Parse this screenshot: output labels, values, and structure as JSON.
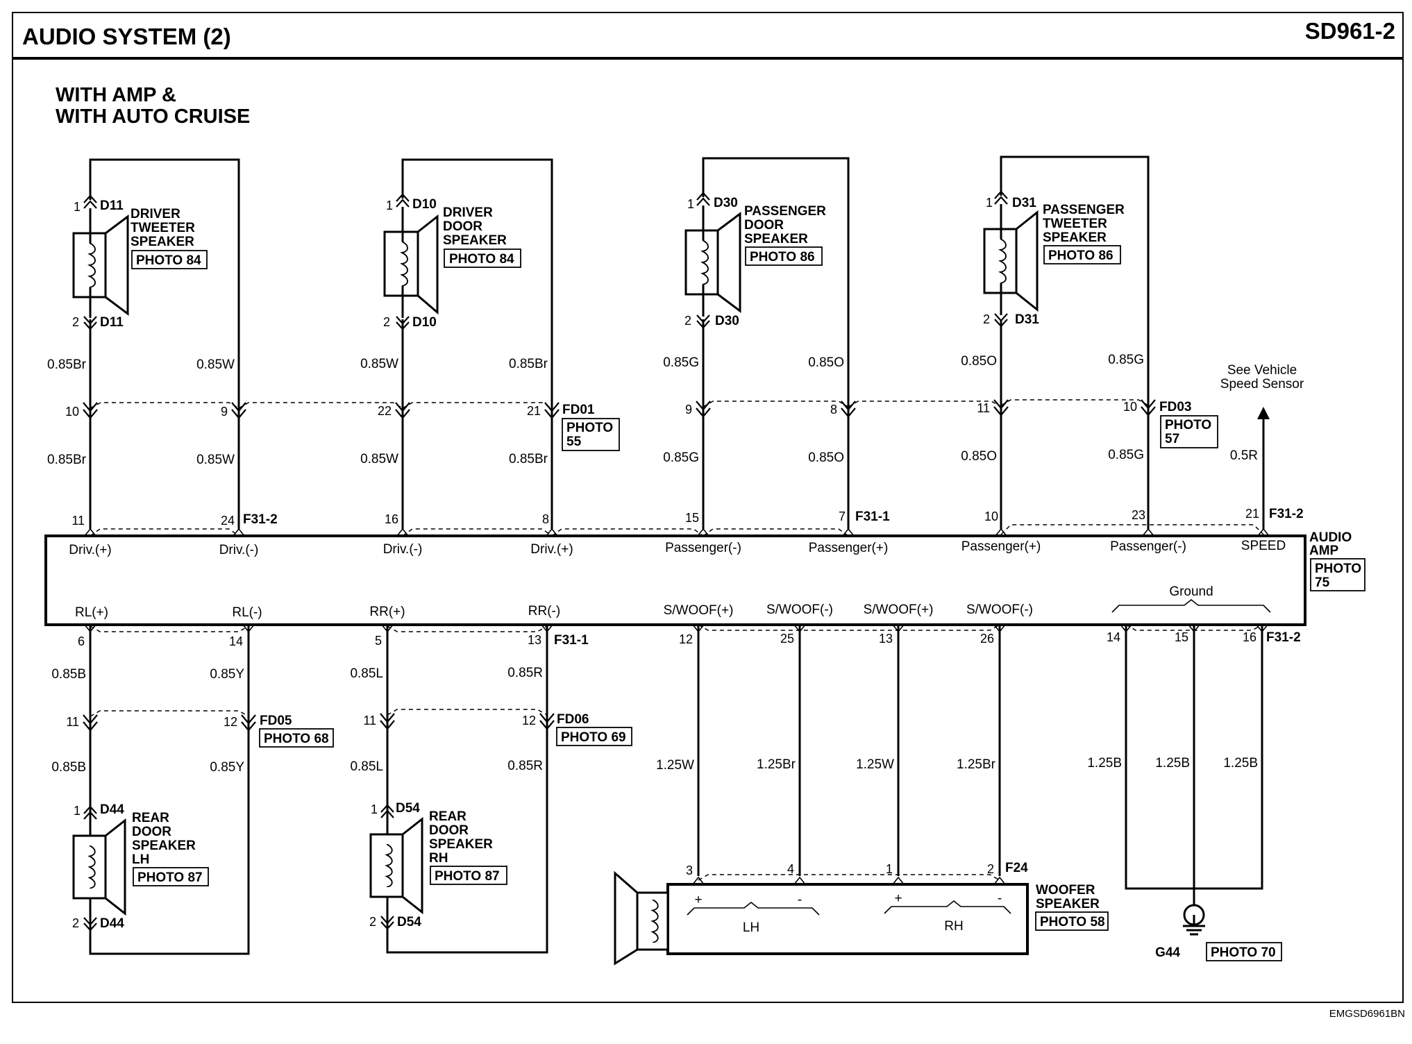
{
  "header": {
    "title": "AUDIO SYSTEM (2)",
    "code": "SD961-2"
  },
  "subtitle": {
    "line1": "WITH AMP &",
    "line2": "WITH AUTO CRUISE"
  },
  "footer_code": "EMGSD6961BN",
  "speakers": {
    "driver_tweeter": {
      "name_lines": [
        "DRIVER",
        "TWEETER",
        "SPEAKER"
      ],
      "photo": "PHOTO 84",
      "conn_top": "D11",
      "conn_bottom": "D11",
      "pin_top": "1",
      "pin_bottom": "2"
    },
    "driver_door": {
      "name_lines": [
        "DRIVER",
        "DOOR",
        "SPEAKER"
      ],
      "photo": "PHOTO 84",
      "conn_top": "D10",
      "conn_bottom": "D10",
      "pin_top": "1",
      "pin_bottom": "2"
    },
    "passenger_door": {
      "name_lines": [
        "PASSENGER",
        "DOOR",
        "SPEAKER"
      ],
      "photo": "PHOTO 86",
      "conn_top": "D30",
      "conn_bottom": "D30",
      "pin_top": "1",
      "pin_bottom": "2"
    },
    "passenger_tweeter": {
      "name_lines": [
        "PASSENGER",
        "TWEETER",
        "SPEAKER"
      ],
      "photo": "PHOTO 86",
      "conn_top": "D31",
      "conn_bottom": "D31",
      "pin_top": "1",
      "pin_bottom": "2"
    },
    "rear_lh": {
      "name_lines": [
        "REAR",
        "DOOR",
        "SPEAKER",
        "LH"
      ],
      "photo": "PHOTO 87",
      "conn_top": "D44",
      "conn_bottom": "D44",
      "pin_top": "1",
      "pin_bottom": "2"
    },
    "rear_rh": {
      "name_lines": [
        "REAR",
        "DOOR",
        "SPEAKER",
        "RH"
      ],
      "photo": "PHOTO 87",
      "conn_top": "D54",
      "conn_bottom": "D54",
      "pin_top": "1",
      "pin_bottom": "2"
    },
    "woofer": {
      "name_lines": [
        "WOOFER",
        "SPEAKER"
      ],
      "photo": "PHOTO 58",
      "conn": "F24",
      "pins": [
        "3",
        "4",
        "1",
        "2"
      ],
      "plus": "+",
      "minus": "-",
      "lh": "LH",
      "rh": "RH"
    }
  },
  "upper_wires": [
    {
      "upper": "0.85Br",
      "lower": "0.85Br",
      "mid_pin": "10",
      "amp_pin": "11",
      "amp_term": "Driv.(+)"
    },
    {
      "upper": "0.85W",
      "lower": "0.85W",
      "mid_pin": "9",
      "amp_pin": "24",
      "amp_term": "Driv.(-)"
    },
    {
      "upper": "0.85W",
      "lower": "0.85W",
      "mid_pin": "22",
      "amp_pin": "16",
      "amp_term": "Driv.(-)"
    },
    {
      "upper": "0.85Br",
      "lower": "0.85Br",
      "mid_pin": "21",
      "amp_pin": "8",
      "amp_term": "Driv.(+)"
    },
    {
      "upper": "0.85G",
      "lower": "0.85G",
      "mid_pin": "9",
      "amp_pin": "15",
      "amp_term": "Passenger(-)"
    },
    {
      "upper": "0.85O",
      "lower": "0.85O",
      "mid_pin": "8",
      "amp_pin": "7",
      "amp_term": "Passenger(+)"
    },
    {
      "upper": "0.85O",
      "lower": "0.85O",
      "mid_pin": "11",
      "amp_pin": "10",
      "amp_term": "Passenger(+)"
    },
    {
      "upper": "0.85G",
      "lower": "0.85G",
      "mid_pin": "10",
      "amp_pin": "23",
      "amp_term": "Passenger(-)"
    }
  ],
  "speed": {
    "wire": "0.5R",
    "amp_pin": "21",
    "amp_term": "SPEED",
    "note_line1": "See Vehicle",
    "note_line2": "Speed Sensor"
  },
  "connectors": {
    "fd01": {
      "id": "FD01",
      "photo_line1": "PHOTO",
      "photo_line2": "55"
    },
    "fd03": {
      "id": "FD03",
      "photo_line1": "PHOTO",
      "photo_line2": "57"
    },
    "fd05": {
      "id": "FD05",
      "photo": "PHOTO 68"
    },
    "fd06": {
      "id": "FD06",
      "photo": "PHOTO 69"
    },
    "f31_2_top": "F31-2",
    "f31_1_top": "F31-1",
    "f31_2_top_right": "F31-2",
    "f31_1_bottom": "F31-1",
    "f31_2_bottom": "F31-2"
  },
  "amp": {
    "name_line1": "AUDIO",
    "name_line2": "AMP",
    "photo_line1": "PHOTO",
    "photo_line2": "75",
    "ground_label": "Ground"
  },
  "lower_wires": [
    {
      "upper": "0.85B",
      "lower": "0.85B",
      "mid_pin": "11",
      "amp_pin": "6",
      "amp_term": "RL(+)"
    },
    {
      "upper": "0.85Y",
      "lower": "0.85Y",
      "mid_pin": "12",
      "amp_pin": "14",
      "amp_term": "RL(-)"
    },
    {
      "upper": "0.85L",
      "lower": "0.85L",
      "mid_pin": "11",
      "amp_pin": "5",
      "amp_term": "RR(+)"
    },
    {
      "upper": "0.85R",
      "lower": "0.85R",
      "mid_pin": "12",
      "amp_pin": "13",
      "amp_term": "RR(-)"
    }
  ],
  "woofer_wires": [
    {
      "color": "1.25W",
      "amp_pin": "12",
      "amp_term": "S/WOOF(+)"
    },
    {
      "color": "1.25Br",
      "amp_pin": "25",
      "amp_term": "S/WOOF(-)"
    },
    {
      "color": "1.25W",
      "amp_pin": "13",
      "amp_term": "S/WOOF(+)"
    },
    {
      "color": "1.25Br",
      "amp_pin": "26",
      "amp_term": "S/WOOF(-)"
    }
  ],
  "ground_wires": [
    {
      "color": "1.25B",
      "amp_pin": "14"
    },
    {
      "color": "1.25B",
      "amp_pin": "15"
    },
    {
      "color": "1.25B",
      "amp_pin": "16"
    }
  ],
  "ground_point": {
    "id": "G44",
    "photo": "PHOTO 70"
  }
}
